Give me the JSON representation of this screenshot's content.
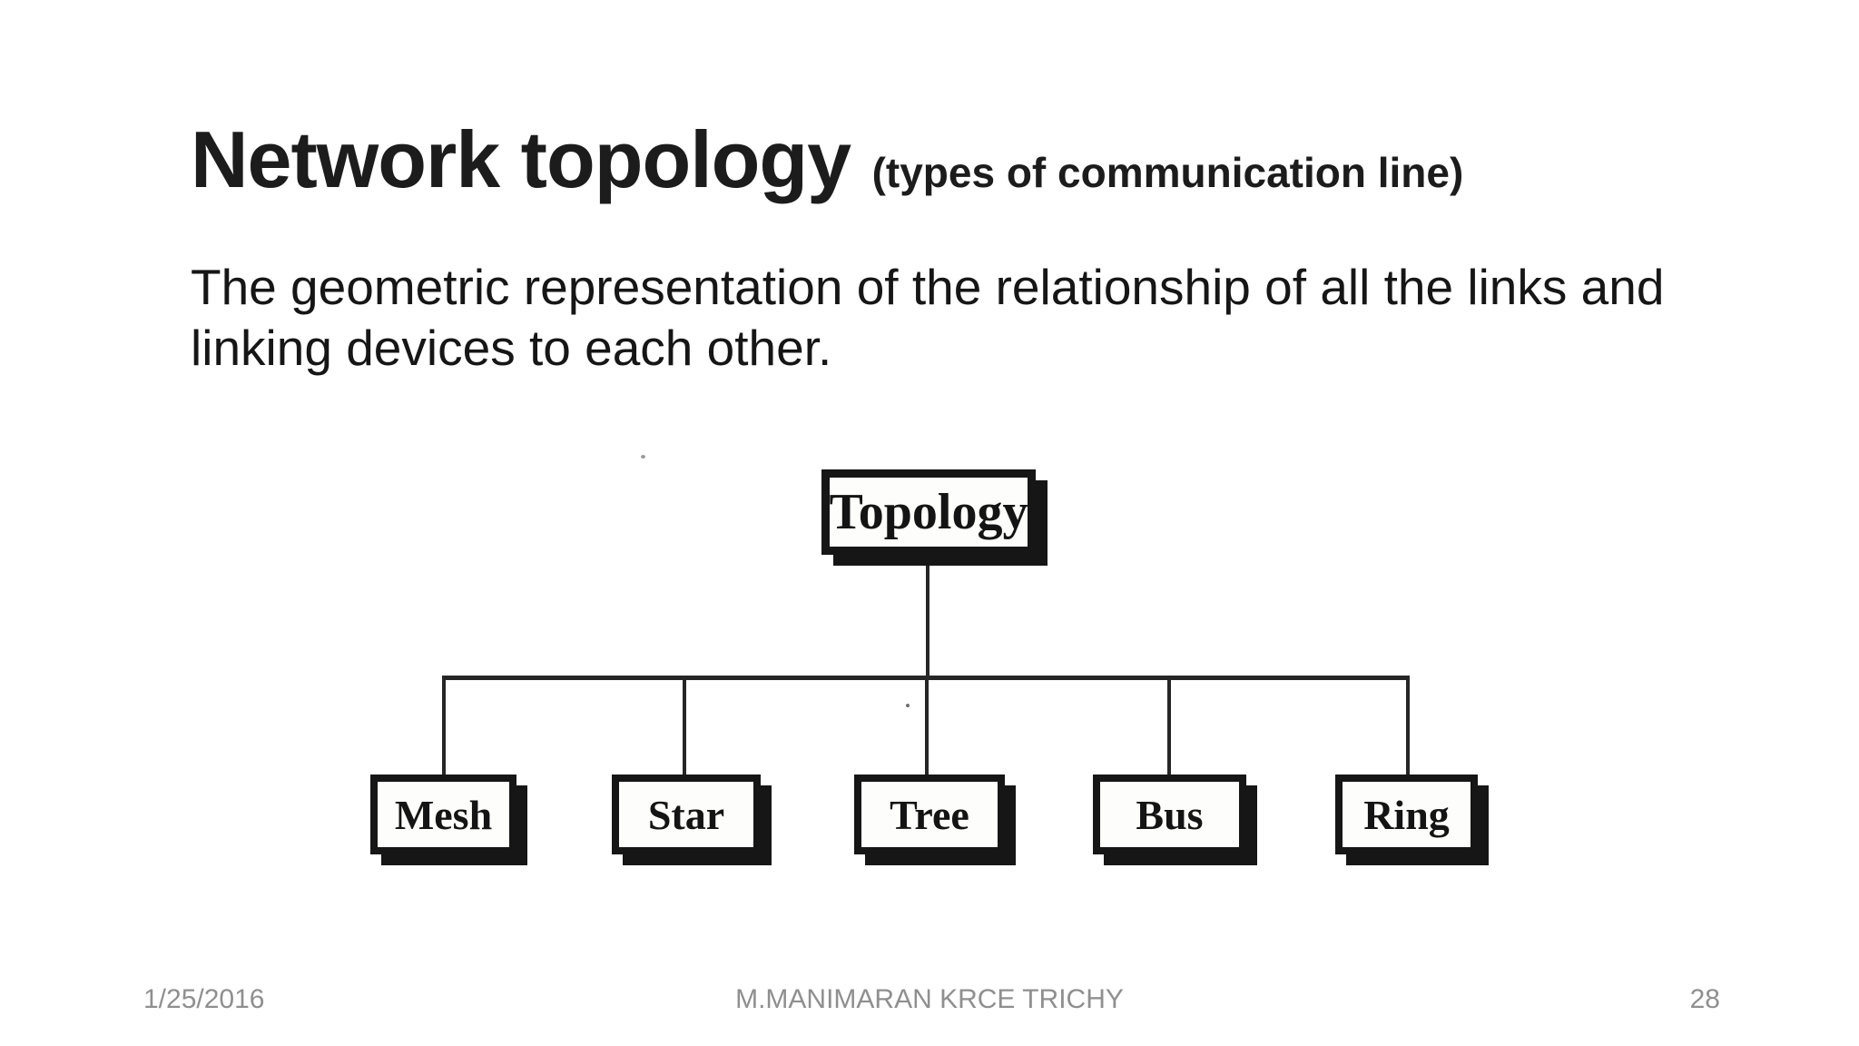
{
  "slide": {
    "title": "Network topology ",
    "title_suffix": "(types of communication line)",
    "body": "The geometric representation of the relationship of all the links and\nlinking devices to each other.",
    "footer": {
      "date": "1/25/2016",
      "center": "M.MANIMARAN KRCE TRICHY",
      "page": "28"
    }
  },
  "diagram": {
    "type": "tree",
    "description": "Hierarchy of network topologies",
    "root": "Topology",
    "children": [
      "Mesh",
      "Star",
      "Tree",
      "Bus",
      "Ring"
    ],
    "colors": {
      "ink": "#161616",
      "box_fill": "#fdfdfb",
      "connector": "#262626"
    }
  },
  "colors": {
    "background": "#ffffff",
    "title_text": "#1c1c1c",
    "body_text": "#161616",
    "footer_text": "#8f8f8f"
  }
}
